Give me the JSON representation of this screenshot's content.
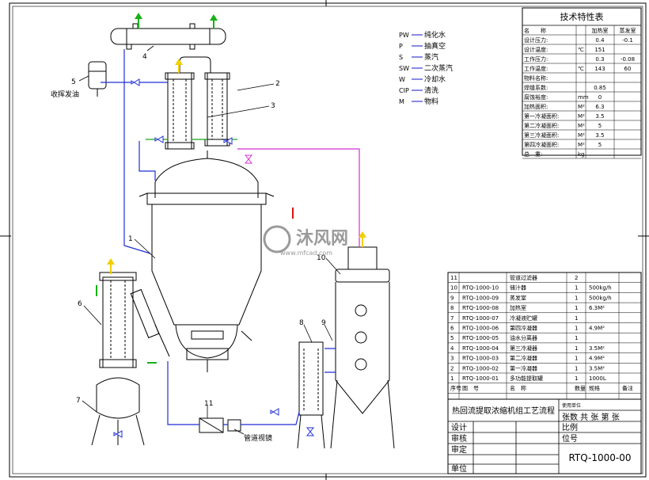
{
  "drawing": {
    "title": "热回流提取浓缩机组工艺流程",
    "drawing_no": "RTQ-1000-00",
    "watermark_cn": "沐风网",
    "watermark_url": "www.mfcad.com"
  },
  "legend": [
    {
      "code": "PW",
      "label": "纯化水",
      "color": "#3b3bd6"
    },
    {
      "code": "P",
      "label": "抽真空",
      "color": "#3b3bd6"
    },
    {
      "code": "S",
      "label": "蒸汽",
      "color": "#3b3bd6"
    },
    {
      "code": "SW",
      "label": "二次蒸汽",
      "color": "#3b3bd6"
    },
    {
      "code": "W",
      "label": "冷却水",
      "color": "#3b3bd6"
    },
    {
      "code": "CIP",
      "label": "清洗",
      "color": "#3b3bd6"
    },
    {
      "code": "M",
      "label": "物料",
      "color": "#3b3bd6"
    }
  ],
  "tech_table": {
    "title": "技术特性表",
    "header": [
      "名　　称",
      "",
      "加热室",
      "蒸发室"
    ],
    "rows": [
      [
        "设计压力:",
        "",
        "0.4",
        "-0.1"
      ],
      [
        "设计温度:",
        "℃",
        "151",
        ""
      ],
      [
        "工作压力:",
        "",
        "0.3",
        "-0.08"
      ],
      [
        "工作温度:",
        "℃",
        "143",
        "60"
      ],
      [
        "物料名称:",
        "",
        "",
        ""
      ],
      [
        "焊缝系数:",
        "",
        "0.85",
        ""
      ],
      [
        "腐蚀裕度:",
        "mm",
        "0",
        ""
      ],
      [
        "加热面积:",
        "M²",
        "6.3",
        ""
      ],
      [
        "第一冷凝面积:",
        "M²",
        "3.5",
        ""
      ],
      [
        "第二冷凝面积:",
        "M²",
        "5",
        ""
      ],
      [
        "第三冷凝面积:",
        "M²",
        "3.5",
        ""
      ],
      [
        "第四冷凝面积:",
        "M²",
        "5",
        ""
      ],
      [
        "总　重:",
        "kg",
        "",
        ""
      ]
    ]
  },
  "parts_list": {
    "rows": [
      [
        "11",
        "",
        "管道过滤器",
        "2",
        ""
      ],
      [
        "10",
        "RTQ-1000-10",
        "储汁器",
        "1",
        "500kg/h"
      ],
      [
        "9",
        "RTQ-1000-09",
        "蒸发室",
        "1",
        "500kg/h"
      ],
      [
        "8",
        "RTQ-1000-08",
        "加热室",
        "1",
        "6.3M²"
      ],
      [
        "7",
        "RTQ-1000-07",
        "冷凝液贮罐",
        "1",
        ""
      ],
      [
        "6",
        "RTQ-1000-06",
        "第四冷凝器",
        "1",
        "4.9M²"
      ],
      [
        "5",
        "RTQ-1000-05",
        "油水分离器",
        "1",
        ""
      ],
      [
        "4",
        "RTQ-1000-04",
        "第三冷凝器",
        "1",
        "3.5M²"
      ],
      [
        "3",
        "RTQ-1000-03",
        "第二冷凝器",
        "1",
        "4.9M²"
      ],
      [
        "2",
        "RTQ-1000-02",
        "第一冷凝器",
        "1",
        "3.5M²"
      ],
      [
        "1",
        "RTQ-1000-01",
        "多功能提取罐",
        "1",
        "1000L"
      ]
    ],
    "header": [
      "序号",
      "图　号",
      "名　称",
      "数量",
      "规格",
      "备注"
    ]
  },
  "title_block": {
    "use_unit": "使用单位",
    "sheet_info": "张数 共 张 第 张",
    "roles": [
      "设计",
      "审核",
      "审定",
      "单位"
    ],
    "ratio": "比例",
    "position_no": "位号"
  },
  "equipment_labels": [
    {
      "id": "1",
      "text": "1"
    },
    {
      "id": "2",
      "text": "2"
    },
    {
      "id": "3",
      "text": "3"
    },
    {
      "id": "4",
      "text": "4"
    },
    {
      "id": "5",
      "text": "5"
    },
    {
      "id": "6",
      "text": "6"
    },
    {
      "id": "7",
      "text": "7"
    },
    {
      "id": "8",
      "text": "8"
    },
    {
      "id": "9",
      "text": "9"
    },
    {
      "id": "10",
      "text": "10"
    },
    {
      "id": "11",
      "text": "11"
    }
  ],
  "annotations": {
    "oil_collect": "收挥发油",
    "sight_glass": "管道视镜"
  },
  "colors": {
    "line": "#000000",
    "pipe_blue": "#1f2fd6",
    "pipe_magenta": "#d32fd3",
    "pipe_green": "#1aa51a",
    "arrow_green": "#18b018",
    "arrow_yellow": "#f0d000",
    "arrow_red": "#e01010",
    "watermark": "#9a9a9a"
  }
}
